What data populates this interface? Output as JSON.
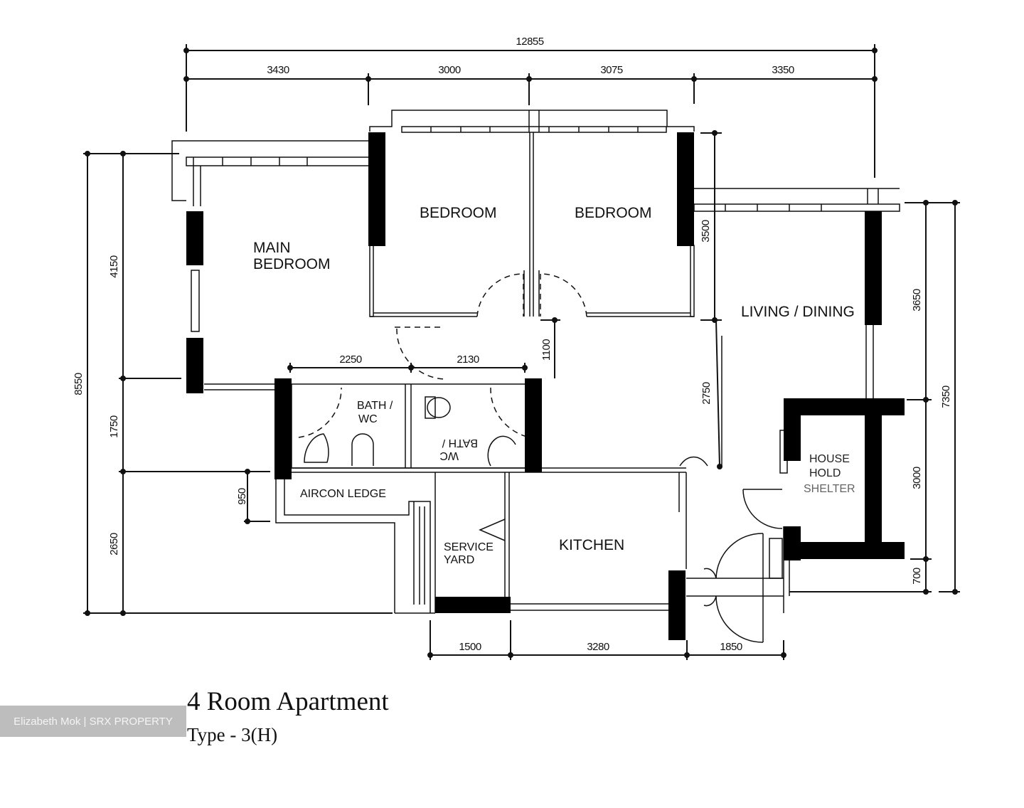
{
  "plan": {
    "title": "4 Room Apartment",
    "subtitle": "Type - 3(H)",
    "watermark": "Elizabeth Mok | SRX PROPERTY"
  },
  "rooms": {
    "main_bedroom_line1": "MAIN",
    "main_bedroom_line2": "BEDROOM",
    "bedroom_1": "BEDROOM",
    "bedroom_2": "BEDROOM",
    "living_dining": "LIVING / DINING",
    "bath_wc_1_line1": "BATH /",
    "bath_wc_1_line2": "WC",
    "bath_wc_2_line1": "BATH /",
    "bath_wc_2_line2": "WC",
    "aircon_ledge": "AIRCON LEDGE",
    "service_yard_line1": "SERVICE",
    "service_yard_line2": "YARD",
    "kitchen": "KITCHEN",
    "shelter_line1": "HOUSE",
    "shelter_line2": "HOLD",
    "shelter_line3": "SHELTER"
  },
  "dimensions": {
    "top_total": "12855",
    "top_segments": [
      "3430",
      "3000",
      "3075",
      "3350"
    ],
    "left_total": "8550",
    "left_segments": [
      "4150",
      "1750",
      "2650"
    ],
    "aircon_ledge_depth": "950",
    "bath_widths": [
      "2250",
      "2130"
    ],
    "corridor": "1100",
    "bedroom_depth": "3500",
    "living_lower": "2750",
    "right_total": "7350",
    "right_segments": [
      "3650",
      "3000",
      "700"
    ],
    "bottom_segments": [
      "1500",
      "3280",
      "1850"
    ]
  },
  "colors": {
    "line": "#111111",
    "wall_fill": "#000000",
    "watermark_bg": "#bdbdbd",
    "watermark_text": "#f4f4f4"
  }
}
